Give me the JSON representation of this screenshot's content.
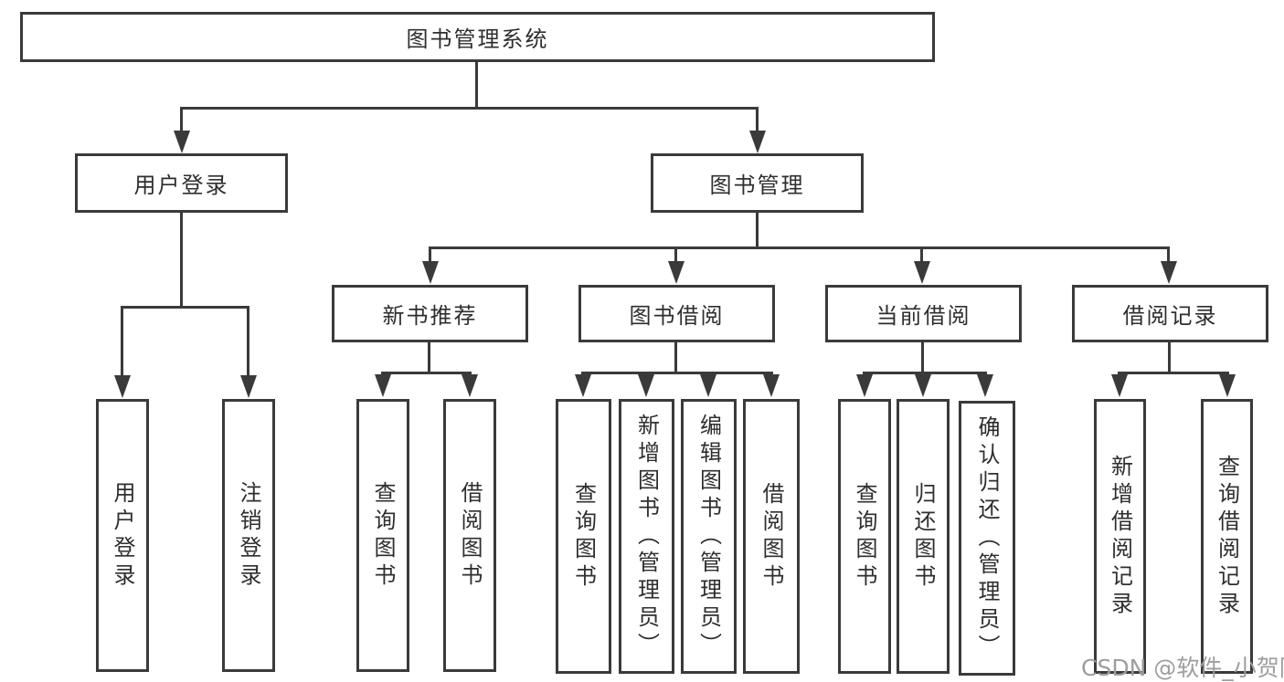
{
  "diagram": {
    "title": "图书管理系统",
    "root": {
      "label": "图书管理系统"
    },
    "level2": [
      {
        "label": "用户登录"
      },
      {
        "label": "图书管理"
      }
    ],
    "level3": [
      {
        "label": "新书推荐"
      },
      {
        "label": "图书借阅"
      },
      {
        "label": "当前借阅"
      },
      {
        "label": "借阅记录"
      }
    ],
    "leaves": {
      "user_login": [
        "用户登录",
        "注销登录"
      ],
      "new_book_rec": [
        "查询图书",
        "借阅图书"
      ],
      "book_borrow": [
        "查询图书",
        "新增图书（管理员）",
        "编辑图书（管理员）",
        "借阅图书"
      ],
      "current_borrow": [
        "查询图书",
        "归还图书",
        "确认归还（管理员）"
      ],
      "borrow_record": [
        "新增借阅记录",
        "查询借阅记录"
      ]
    }
  },
  "watermark": {
    "text": "CSDN @软件_小贺同学",
    "color": "#9e9e9e"
  },
  "colors": {
    "line": "#3a3a3a",
    "text": "#2e2e2e",
    "background": "#ffffff"
  }
}
